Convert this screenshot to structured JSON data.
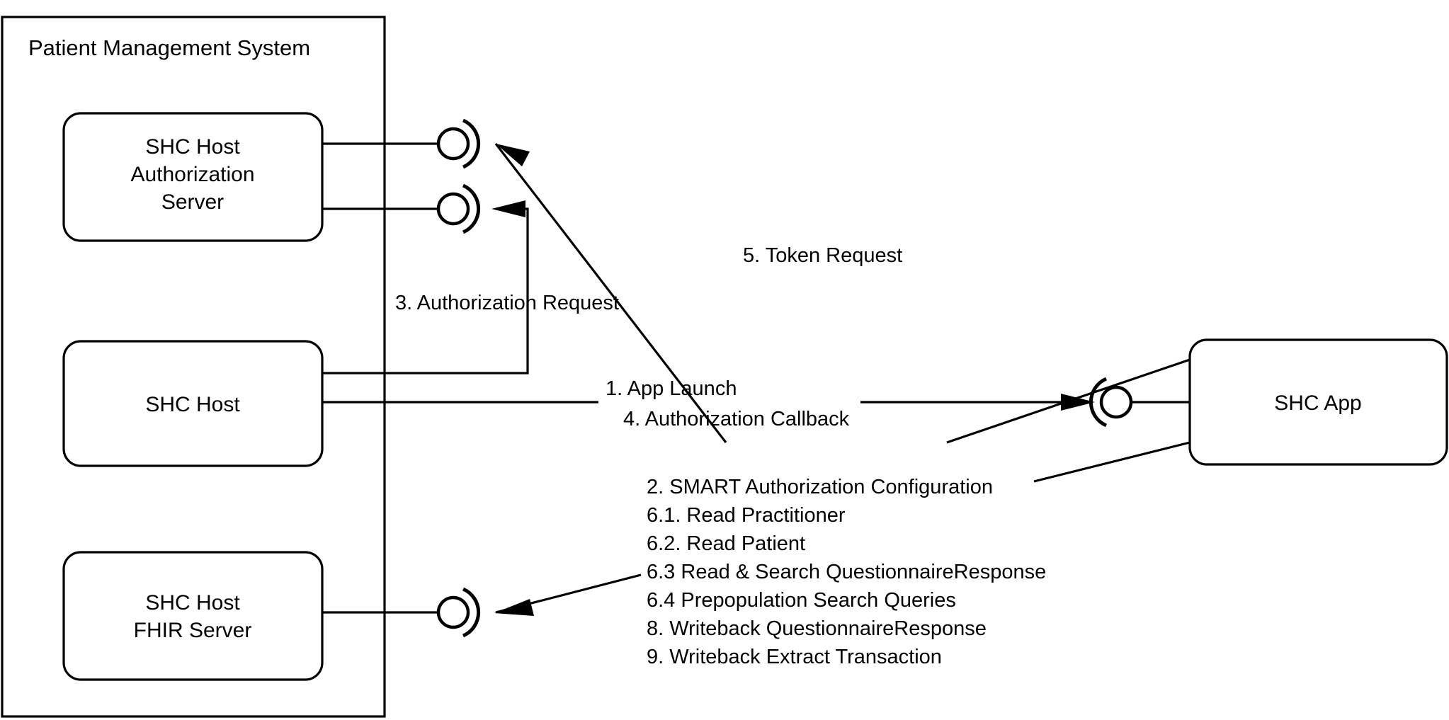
{
  "diagram": {
    "title": "Patient Management System",
    "background_color": "#ffffff",
    "line_color": "#000000",
    "boundary_label": "Patient Management System"
  },
  "nodes": {
    "auth_server": {
      "line1": "SHC Host",
      "line2": "Authorization",
      "line3": "Server"
    },
    "shc_host": {
      "line1": "SHC Host"
    },
    "fhir_server": {
      "line1": "SHC Host",
      "line2": "FHIR Server"
    },
    "shc_app": {
      "line1": "SHC App"
    }
  },
  "interfaces": [
    {
      "name": "auth-server-token-interface"
    },
    {
      "name": "auth-server-authorize-interface"
    },
    {
      "name": "fhir-server-interface"
    },
    {
      "name": "shc-app-interface"
    }
  ],
  "flows": {
    "authorization_request": "3. Authorization Request",
    "token_request": "5. Token Request",
    "app_launch": "1. App Launch",
    "authorization_callback": "4. Authorization Callback",
    "fhir_operations": [
      "2. SMART Authorization Configuration",
      "6.1. Read Practitioner",
      "6.2. Read Patient",
      "6.3 Read & Search QuestionnaireResponse",
      "6.4 Prepopulation Search Queries",
      "8. Writeback QuestionnaireResponse",
      "9. Writeback Extract Transaction"
    ]
  }
}
